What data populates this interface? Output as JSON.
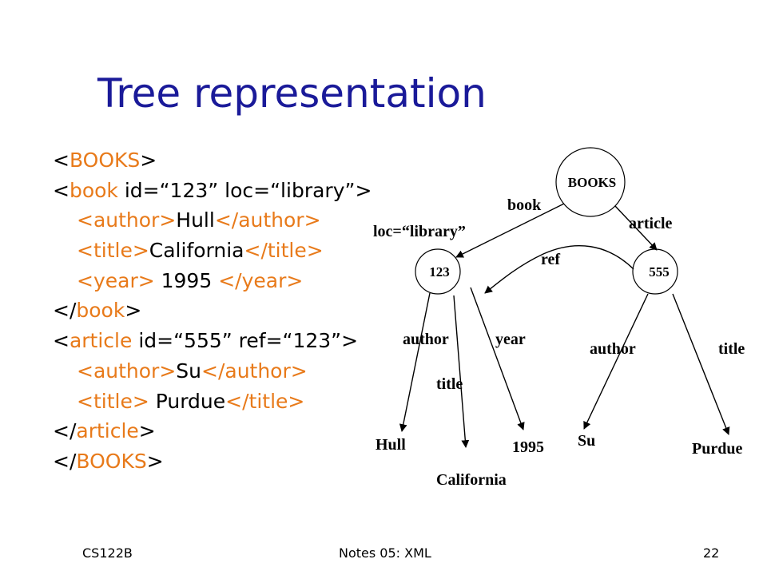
{
  "slide": {
    "title": "Tree representation",
    "footer_left": "CS122B",
    "footer_center": "Notes 05: XML",
    "footer_right": "22"
  },
  "xml": {
    "l1": {
      "open": "<",
      "name": "BOOKS",
      "close": ">"
    },
    "l2": {
      "open": "<",
      "name": "book",
      "attrs": " id=“123” loc=“library”",
      "close": ">"
    },
    "l3": {
      "stag": "<author>",
      "text": "Hull",
      "etag": "</author>"
    },
    "l4": {
      "stag": "<title>",
      "text": "California",
      "etag": "</title>"
    },
    "l5": {
      "stag": "<year>",
      "text": " 1995 ",
      "etag": "</year>"
    },
    "l6": {
      "open": "</",
      "name": "book",
      "close": ">"
    },
    "l7": {
      "open": "<",
      "name": "article",
      "attrs": " id=“555” ref=“123”",
      "close": ">"
    },
    "l8": {
      "stag": "<author>",
      "text": "Su",
      "etag": "</author>"
    },
    "l9": {
      "stag": "<title>",
      "text": " Purdue",
      "etag": "</title>"
    },
    "l10": {
      "open": "</",
      "name": "article",
      "close": ">"
    },
    "l11": {
      "open": "</",
      "name": "BOOKS",
      "close": ">"
    }
  },
  "tree": {
    "nodes": {
      "books": "BOOKS",
      "n123": "123",
      "n555": "555"
    },
    "edges": {
      "book": "book",
      "article": "article",
      "loc": "loc=“library”",
      "ref": "ref",
      "author1": "author",
      "year": "year",
      "title1": "title",
      "author2": "author",
      "title2": "title"
    },
    "leaves": {
      "hull": "Hull",
      "california": "California",
      "y1995": "1995",
      "su": "Su",
      "purdue": "Purdue"
    }
  },
  "colors": {
    "tag": "#e87a1a",
    "title": "#1a1a99"
  }
}
